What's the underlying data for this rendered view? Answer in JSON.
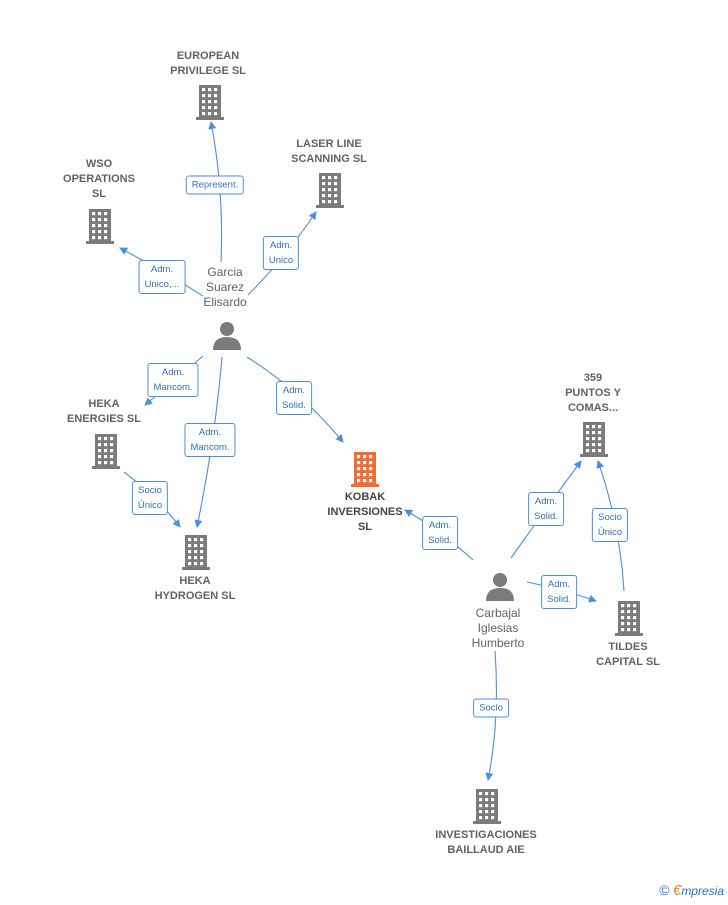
{
  "companies": [
    {
      "id": "european",
      "lines": [
        "EUROPEAN",
        "PRIVILEGE  SL"
      ],
      "main": false
    },
    {
      "id": "laser",
      "lines": [
        "LASER LINE",
        "SCANNING  SL"
      ],
      "main": false
    },
    {
      "id": "wso",
      "lines": [
        "WSO",
        "OPERATIONS",
        "SL"
      ],
      "main": false
    },
    {
      "id": "heka-energies",
      "lines": [
        "HEKA",
        "ENERGIES  SL"
      ],
      "main": false
    },
    {
      "id": "heka-hydrogen",
      "lines": [
        "HEKA",
        "HYDROGEN  SL"
      ],
      "main": false
    },
    {
      "id": "kobak",
      "lines": [
        "KOBAK",
        "INVERSIONES",
        "SL"
      ],
      "main": true
    },
    {
      "id": "puntos",
      "lines": [
        "359",
        "PUNTOS Y",
        "COMAS..."
      ],
      "main": false
    },
    {
      "id": "tildes",
      "lines": [
        "TILDES",
        "CAPITAL  SL"
      ],
      "main": false
    },
    {
      "id": "investigaciones",
      "lines": [
        "INVESTIGACIONES",
        "BAILLAUD AIE"
      ],
      "main": false
    }
  ],
  "people": [
    {
      "id": "garcia",
      "lines": [
        "Garcia",
        "Suarez",
        "Elisardo"
      ]
    },
    {
      "id": "carbajal",
      "lines": [
        "Carbajal",
        "Iglesias",
        "Humberto"
      ]
    }
  ],
  "edges": [
    {
      "id": "e1",
      "lines": [
        "Represent."
      ]
    },
    {
      "id": "e2",
      "lines": [
        "Adm.",
        "Unico"
      ]
    },
    {
      "id": "e3",
      "lines": [
        "Adm.",
        "Unico,..."
      ]
    },
    {
      "id": "e4",
      "lines": [
        "Adm.",
        "Mancom."
      ]
    },
    {
      "id": "e5",
      "lines": [
        "Adm.",
        "Solid."
      ]
    },
    {
      "id": "e6",
      "lines": [
        "Adm.",
        "Mancom."
      ]
    },
    {
      "id": "e7",
      "lines": [
        "Socio",
        "Único"
      ]
    },
    {
      "id": "e8",
      "lines": [
        "Adm.",
        "Solid."
      ]
    },
    {
      "id": "e9",
      "lines": [
        "Adm.",
        "Solid."
      ]
    },
    {
      "id": "e10",
      "lines": [
        "Socio",
        "Único"
      ]
    },
    {
      "id": "e11",
      "lines": [
        "Adm.",
        "Solid."
      ]
    },
    {
      "id": "e12",
      "lines": [
        "Socio"
      ]
    }
  ],
  "colors": {
    "edge": "#4a8fe0",
    "building": "#7b7b7b",
    "main_building": "#f26a35",
    "person": "#7b7b7b"
  },
  "credit": {
    "symbol": "©",
    "brand_initial": "€",
    "brand_rest": "mpresia"
  }
}
